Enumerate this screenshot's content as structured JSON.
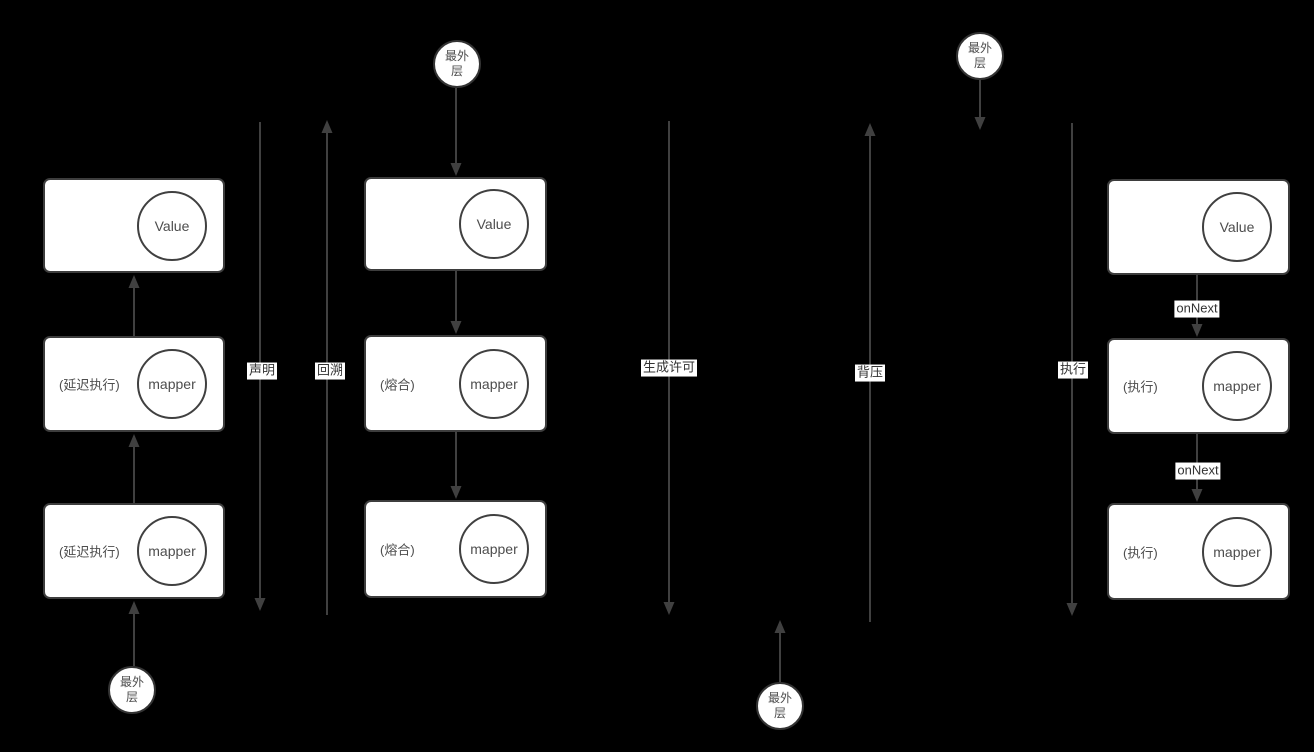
{
  "theme": {
    "background": "#000000",
    "line_color": "#404040",
    "box_fill": "#ffffff",
    "box_border": "#3d3d3d",
    "node_text": "#4d4d4d",
    "label_bg": "#ffffff",
    "label_text": "#333333"
  },
  "columns": {
    "declare": {
      "outermost": "最外层",
      "boxes": [
        {
          "annotation": "",
          "circle_label": "Value"
        },
        {
          "annotation": "(延迟执行)",
          "circle_label": "mapper"
        },
        {
          "annotation": "(延迟执行)",
          "circle_label": "mapper"
        }
      ]
    },
    "fuse": {
      "outermost": "最外层",
      "boxes": [
        {
          "annotation": "",
          "circle_label": "Value"
        },
        {
          "annotation": "(熔合)",
          "circle_label": "mapper"
        },
        {
          "annotation": "(熔合)",
          "circle_label": "mapper"
        }
      ]
    },
    "execute": {
      "boxes": [
        {
          "annotation": "",
          "circle_label": "Value"
        },
        {
          "annotation": "(执行)",
          "circle_label": "mapper"
        },
        {
          "annotation": "(执行)",
          "circle_label": "mapper"
        }
      ],
      "edge_labels": [
        "onNext",
        "onNext"
      ]
    }
  },
  "flow_labels": {
    "declare": "声明",
    "backtrack": "回溯",
    "generate_permit": "生成许可",
    "backpressure": "背压",
    "execute": "执行"
  },
  "floating": {
    "top_outermost": "最外层",
    "bottom_outermost": "最外层"
  }
}
